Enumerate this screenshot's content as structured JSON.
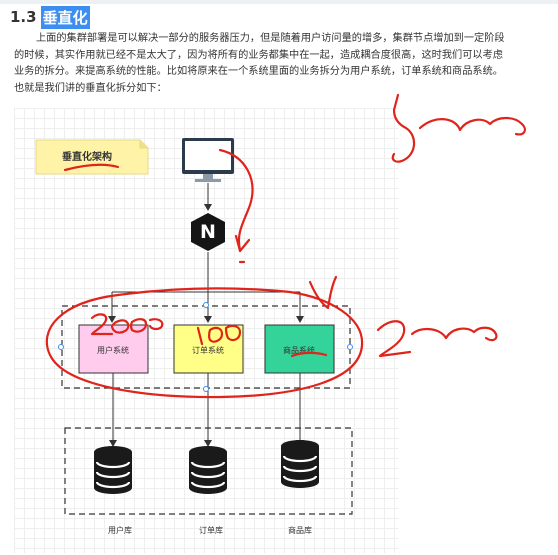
{
  "section": {
    "number": "1.3",
    "title": "垂直化"
  },
  "paragraph": {
    "line1": "上面的集群部署是可以解决一部分的服务器压力，但是随着用户访问量的增多，集群节点增加到一定阶段",
    "line2": "的时候，其实作用就已经不是太大了，因为将所有的业务都集中在一起，造成耦合度很高，这时我们可以考虑",
    "line3": "业务的拆分。来提高系统的性能。比如将原来在一个系统里面的业务拆分为用户系统，订单系统和商品系统。",
    "line4": "也就是我们讲的垂直化拆分如下："
  },
  "diagram": {
    "note_label": "垂直化架构",
    "nginx_letter": "N",
    "services": [
      {
        "label": "用户系统",
        "color": "#ffccee"
      },
      {
        "label": "订单系统",
        "color": "#ffff88"
      },
      {
        "label": "商品系统",
        "color": "#33d399"
      }
    ],
    "databases": [
      {
        "label": "用户库"
      },
      {
        "label": "订单库"
      },
      {
        "label": "商品库"
      }
    ]
  },
  "colors": {
    "highlight": "#3d8ef0",
    "annotation": "#e0241b",
    "note_fill": "#fff3a8"
  }
}
